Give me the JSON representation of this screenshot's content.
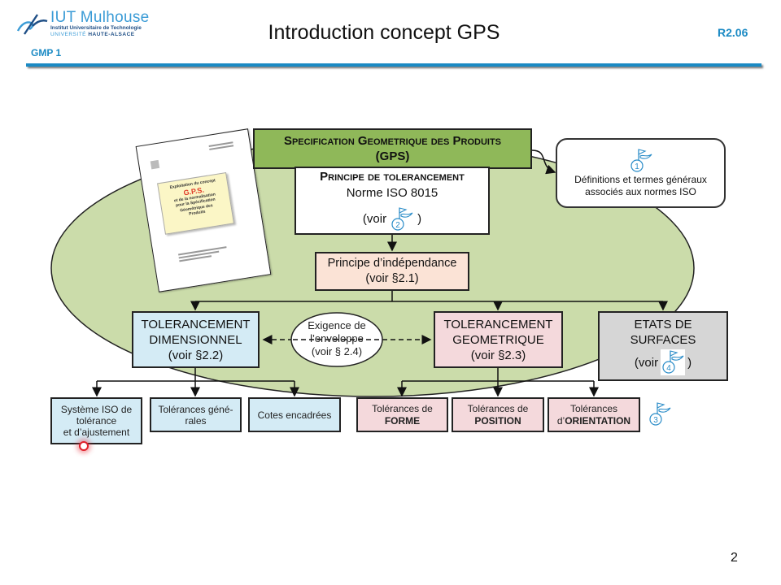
{
  "header": {
    "logo": {
      "title": "IUT Mulhouse",
      "subtitle": "Institut Universitaire de Technologie",
      "university_prefix": "UNIVERSITÉ",
      "university_name": "HAUTE-ALSACE",
      "icon": "iut-swoosh-logo"
    },
    "section": "GMP 1",
    "title": "Introduction concept GPS",
    "course_code": "R2.06",
    "accent_color": "#1b8ac4"
  },
  "document_thumbnail": {
    "line1": "Exploitation du concept",
    "acronym": "G.P.S.",
    "line2": "et de la normalisation",
    "line3": "pour la Spécification",
    "line4": "Géométrique des",
    "line5": "Produits"
  },
  "diagram": {
    "gps": {
      "line1": "Specification Geometrique des Produits",
      "line2": "(GPS)",
      "color": "#8fb859"
    },
    "principe": {
      "line1": "Principe de tolerancement",
      "line2": "Norme ISO 8015",
      "voir": "(voir",
      "close": ")",
      "flag_number": "2"
    },
    "definitions": {
      "flag_number": "1",
      "line1": "Définitions et termes généraux",
      "line2": "associés aux normes ISO"
    },
    "independance": {
      "line1": "Principe d’indépendance",
      "line2": "(voir §2.1)",
      "color": "#fbe3d6"
    },
    "dimensionnel": {
      "line1": "TOLERANCEMENT",
      "line2": "DIMENSIONNEL",
      "line3": "(voir §2.2)",
      "color": "#d4ebf5"
    },
    "enveloppe": {
      "line1": "Exigence de",
      "line2": "l’enveloppe",
      "line3": "(voir § 2.4)"
    },
    "geometrique": {
      "line1": "TOLERANCEMENT",
      "line2": "GEOMETRIQUE",
      "line3": "(voir §2.3)",
      "color": "#f4d9dc"
    },
    "etats": {
      "line1": "ETATS DE",
      "line2": "SURFACES",
      "voir": "(voir",
      "close": ")",
      "flag_number": "4",
      "color": "#d6d6d6"
    },
    "dim_children": [
      {
        "line1": "Système ISO de",
        "line2": "tolérance",
        "line3": "et d’ajustement"
      },
      {
        "line1": "Tolérances géné-",
        "line2": "rales"
      },
      {
        "line1": "Cotes encadrées"
      }
    ],
    "geo_children": [
      {
        "line1": "Tolérances de",
        "line2": "FORME"
      },
      {
        "line1": "Tolérances de",
        "line2": "POSITION"
      },
      {
        "line1": "Tolérances",
        "prefix": "d’",
        "line2": "ORIENTATION"
      }
    ],
    "geo_flag_number": "3",
    "ellipse_color": "#cbdcaa",
    "flag_color": "#2a8cc8"
  },
  "footer": {
    "page_number": "2"
  }
}
